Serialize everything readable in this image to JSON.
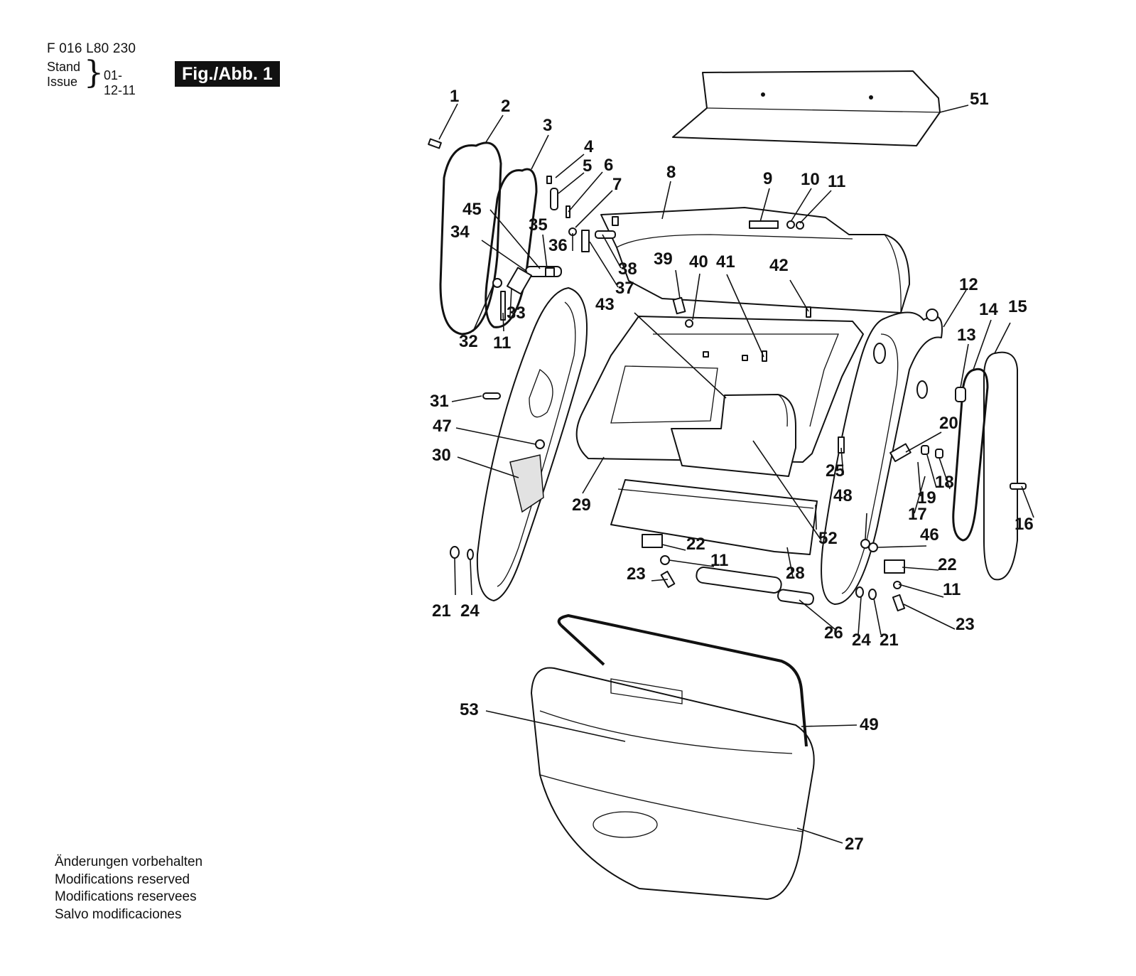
{
  "header": {
    "part_number": "F 016 L80 230",
    "stand_label": "Stand",
    "issue_label": "Issue",
    "date": "01-12-11",
    "figure_label": "Fig./Abb. 1"
  },
  "footer": {
    "line1": "Änderungen vorbehalten",
    "line2": "Modifications reserved",
    "line3": "Modifications reservees",
    "line4": "Salvo modificaciones"
  },
  "callouts": {
    "c1": "1",
    "c2": "2",
    "c3": "3",
    "c4": "4",
    "c5": "5",
    "c6": "6",
    "c7": "7",
    "c8": "8",
    "c9": "9",
    "c10": "10",
    "c11a": "11",
    "c11b": "11",
    "c11c": "11",
    "c11d": "11",
    "c12": "12",
    "c13": "13",
    "c14": "14",
    "c15": "15",
    "c16": "16",
    "c17": "17",
    "c18": "18",
    "c19": "19",
    "c20": "20",
    "c21a": "21",
    "c21b": "21",
    "c22a": "22",
    "c22b": "22",
    "c23a": "23",
    "c23b": "23",
    "c24a": "24",
    "c24b": "24",
    "c25": "25",
    "c26": "26",
    "c27": "27",
    "c28": "28",
    "c29": "29",
    "c30": "30",
    "c31": "31",
    "c32": "32",
    "c33": "33",
    "c34": "34",
    "c35": "35",
    "c36": "36",
    "c37": "37",
    "c38": "38",
    "c39": "39",
    "c40": "40",
    "c41": "41",
    "c42": "42",
    "c43": "43",
    "c45": "45",
    "c46": "46",
    "c47": "47",
    "c48": "48",
    "c49": "49",
    "c51": "51",
    "c52": "52",
    "c53": "53"
  }
}
